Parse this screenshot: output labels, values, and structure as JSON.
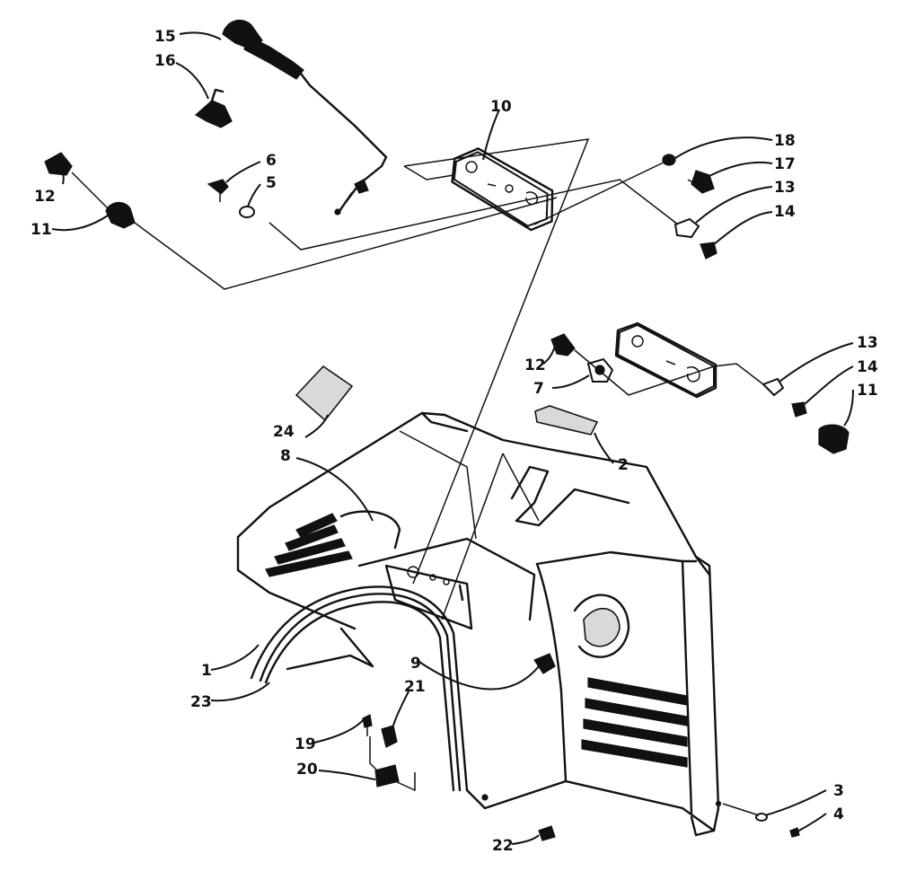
{
  "callouts": {
    "c1": "1",
    "c2": "2",
    "c3": "3",
    "c4": "4",
    "c5": "5",
    "c6": "6",
    "c7": "7",
    "c8": "8",
    "c9": "9",
    "c10": "10",
    "c11a": "11",
    "c11b": "11",
    "c12a": "12",
    "c12b": "12",
    "c13a": "13",
    "c13b": "13",
    "c14a": "14",
    "c14b": "14",
    "c15": "15",
    "c16": "16",
    "c17": "17",
    "c18": "18",
    "c19": "19",
    "c20": "20",
    "c21": "21",
    "c22": "22",
    "c23": "23",
    "c24": "24"
  },
  "colors": {
    "ink": "#111111",
    "paper": "#ffffff"
  }
}
